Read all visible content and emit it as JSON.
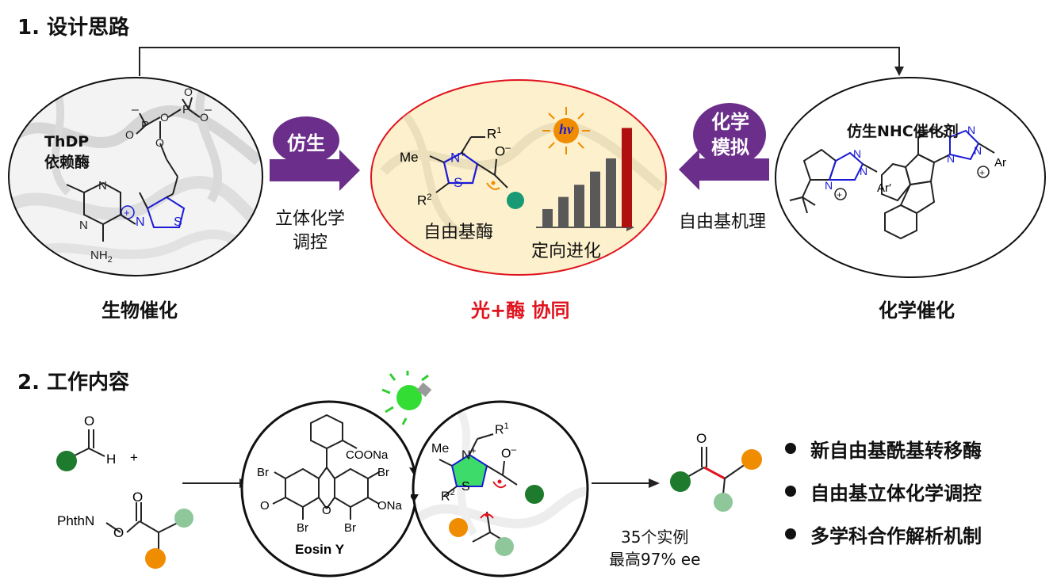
{
  "section1": {
    "title": "1. 设计思路",
    "left": {
      "enzyme_label_1": "ThDP",
      "enzyme_label_2": "依赖酶",
      "caption": "生物催化"
    },
    "arrow_left": {
      "badge": "仿生",
      "label_line1": "立体化学",
      "label_line2": "调控"
    },
    "center": {
      "me": "Me",
      "n_plus": "N",
      "plus": "+",
      "s": "S",
      "r1": "R",
      "r1_sup": "1",
      "r2": "R",
      "r2_sup": "2",
      "o_minus": "O",
      "hv": "hv",
      "enzyme_label": "自由基酶",
      "evolution_label": "定向进化",
      "caption": "光+酶 协同",
      "bar_levels": [
        0.18,
        0.3,
        0.42,
        0.55,
        0.68,
        0.98
      ]
    },
    "arrow_right": {
      "badge_line1": "化学",
      "badge_line2": "模拟",
      "label": "自由基机理"
    },
    "right": {
      "title": "仿生NHC催化剂",
      "ar_prime": "Ar′",
      "ar": "Ar",
      "caption": "化学催化"
    },
    "left_chem": {
      "nh2": "NH",
      "nh2_sub": "2",
      "n": "N",
      "p": "P",
      "o": "O"
    }
  },
  "section2": {
    "title": "2. 工作内容",
    "aldehyde": {
      "o": "O",
      "h": "H",
      "plus": "+"
    },
    "ester": {
      "phthn": "PhthN",
      "o": "O"
    },
    "eosin": {
      "coona": "COONa",
      "ona": "ONa",
      "br": "Br",
      "o": "O",
      "name": "Eosin Y"
    },
    "nhc_cycle": {
      "me": "Me",
      "n": "N",
      "plus": "+",
      "s": "S",
      "r1": "R",
      "r1_sup": "1",
      "r2": "R",
      "r2_sup": "2",
      "o_minus": "O"
    },
    "product_o": "O",
    "results_line1": "35个实例",
    "results_line2": "最高97% ee",
    "bullets": [
      "新自由基酰基转移酶",
      "自由基立体化学调控",
      "多学科合作解析机制"
    ]
  },
  "colors": {
    "purple": "#6b2e8a",
    "red": "#e0141e",
    "dark_green": "#1e7a2c",
    "light_green": "#8fc79a",
    "teal": "#1a9a74",
    "orange": "#f08c00",
    "blue": "#1a1ad6",
    "bar_gray": "#595959",
    "bar_red": "#b00f0f",
    "center_fill": "#fdf0cc"
  }
}
